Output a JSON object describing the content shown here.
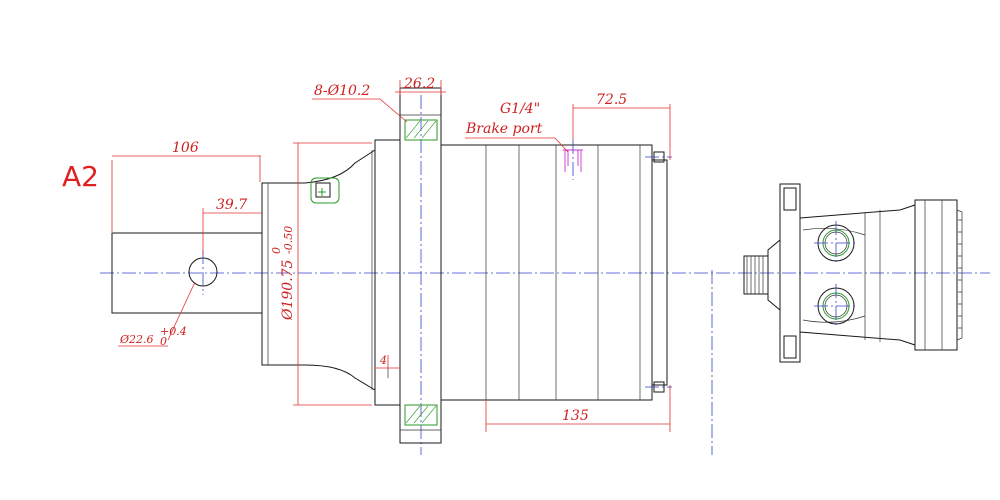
{
  "view_label": "A2",
  "dimensions": {
    "bolt_holes": "8-Ø10.2",
    "flange_thickness": "26.2",
    "port_thread": "G1/4\"",
    "port_name": "Brake port",
    "port_offset": "72.5",
    "overall_shaft": "106",
    "shaft_key": "39.7",
    "pilot_diameter": "Ø190.75",
    "pilot_tol_upper": "0",
    "pilot_tol_lower": "-0.50",
    "step": "4",
    "body_length": "135",
    "shaft_diameter": "Ø22.6",
    "shaft_tol_upper": "+0.4",
    "shaft_tol_lower": "0"
  },
  "colors": {
    "dimension": "#e03030",
    "centerline": "#3344cc",
    "outline": "#1a1a1a",
    "seal": "#2a9a2a",
    "port": "#cc33cc"
  }
}
